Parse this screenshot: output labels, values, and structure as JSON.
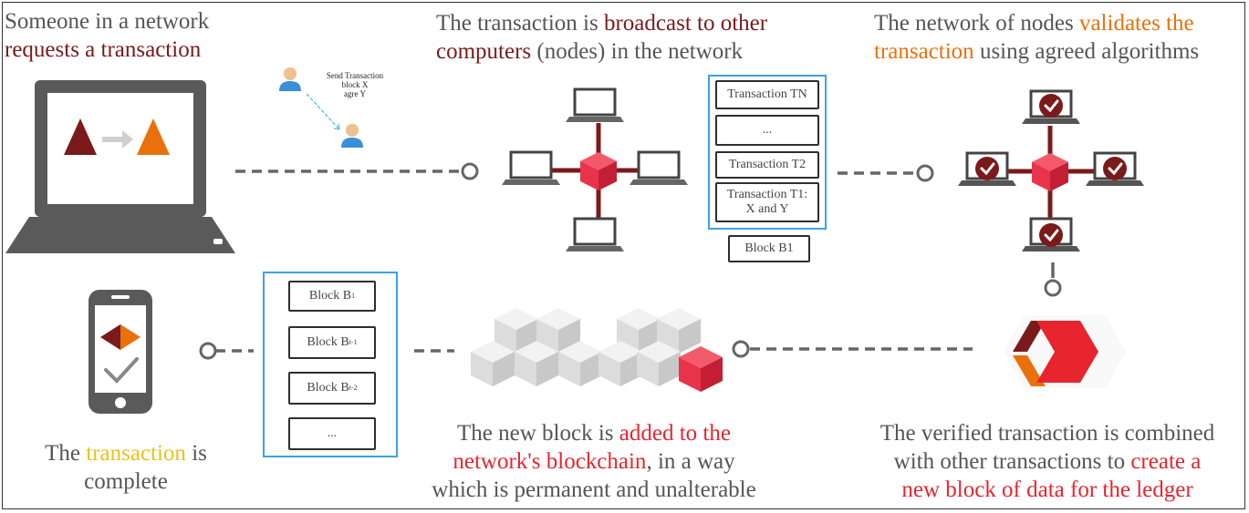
{
  "colors": {
    "dark_red": "#7a1a1a",
    "orange": "#e8710c",
    "yellow": "#e8c21a",
    "red": "#e8242e",
    "gray": "#555555",
    "blue": "#3aa3e0"
  },
  "step1": {
    "line1": "Someone in a network",
    "highlight": "requests a transaction"
  },
  "request_note": {
    "line1": "Send Transaction",
    "line2": "block X",
    "line3": "agre Y"
  },
  "step2": {
    "pre": "The transaction is ",
    "highlight1": "broadcast to other",
    "highlight2": "computers",
    "post": " (nodes) in the network"
  },
  "step3": {
    "pre": "The network of nodes ",
    "highlight1": "validates the",
    "highlight2": "transaction",
    "post": " using agreed algorithms"
  },
  "pending_block": {
    "transactions": [
      "Transaction TN",
      "...",
      "Transaction T2"
    ],
    "t1_line1": "Transaction T1:",
    "t1_line2": "X and Y",
    "label": "Block B1"
  },
  "chain_blocks": {
    "b1_main": "Block B",
    "b1_sub": "1",
    "b2_main": "Block B",
    "b2_sub": "t-1",
    "b3_main": "Block B",
    "b3_sub": "t-2",
    "b4": "..."
  },
  "step4": {
    "line1": "The verified transaction is combined",
    "pre2": "with other transactions to ",
    "highlight2": "create a",
    "highlight3": "new block of data for the ledger"
  },
  "step5": {
    "pre1": "The new block is ",
    "highlight1": "added to the",
    "highlight2": "network's blockchain",
    "post2": ", in a way",
    "line3": "which is permanent and unalterable"
  },
  "step6": {
    "pre1": "The ",
    "highlight1": "transaction",
    "post1": " is",
    "line2": "complete"
  },
  "icons": [
    "laptop-icon",
    "user-icon",
    "network-node-icon",
    "cube-icon",
    "check-icon",
    "hexagon-logo-icon",
    "phone-icon",
    "blockchain-cubes-icon"
  ]
}
